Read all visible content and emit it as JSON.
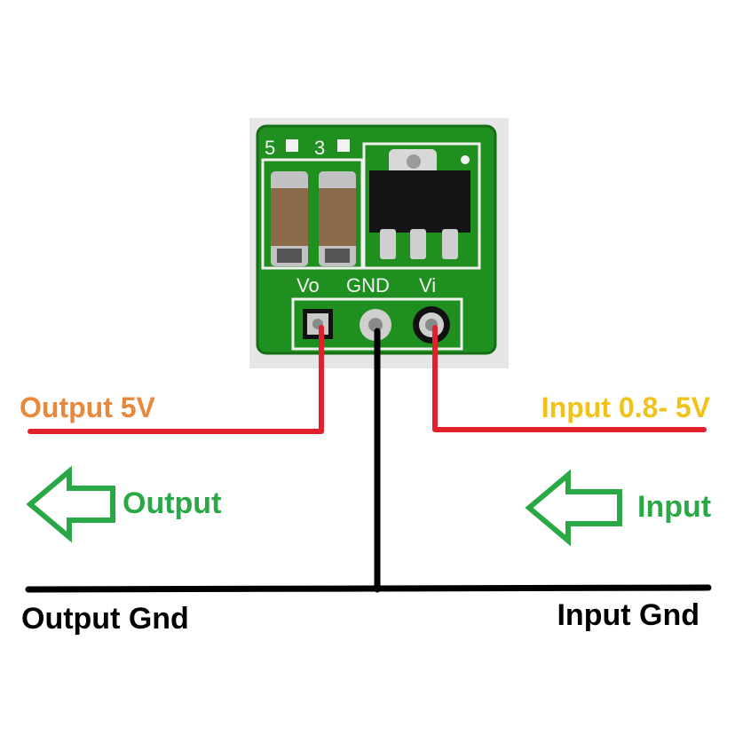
{
  "board": {
    "silk_top_left": "5",
    "silk_top_mid": "3",
    "pin_labels": [
      "Vo",
      "GND",
      "Vi"
    ],
    "colors": {
      "pcb": "#1f8f1f",
      "pcb_dark": "#156d15",
      "silk": "#f2f2f2",
      "capacitor_body": "#8a6a4a",
      "regulator": "#151515",
      "pad": "#c9c9c9"
    }
  },
  "labels": {
    "output_voltage": "Output 5V",
    "input_voltage": "Input 0.8- 5V",
    "output_arrow": "Output",
    "input_arrow": "Input",
    "output_gnd": "Output Gnd",
    "input_gnd": "Input Gnd"
  },
  "colors": {
    "output_label": "#e8883a",
    "input_label": "#f0c21a",
    "arrow_green": "#2aa846",
    "wire_red": "#e0202a",
    "wire_black": "#000000"
  }
}
